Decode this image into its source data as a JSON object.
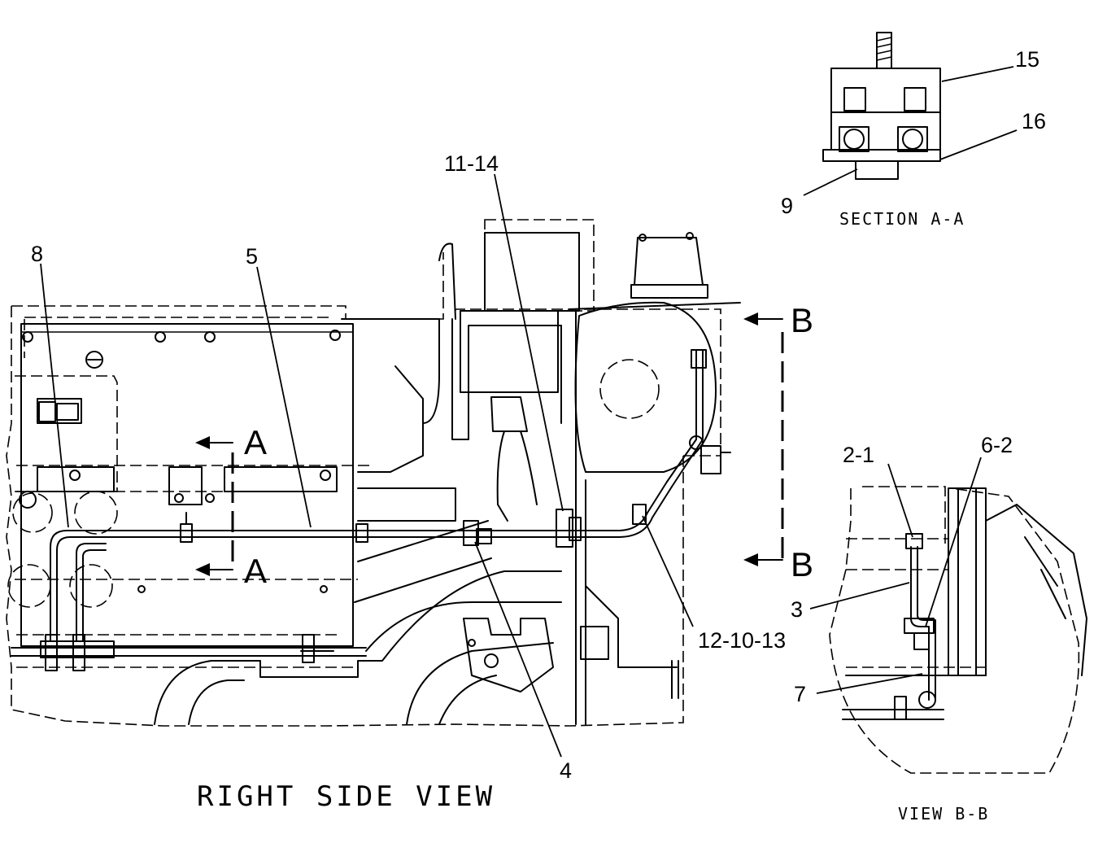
{
  "views": {
    "right_side": "RIGHT  SIDE  VIEW",
    "section_aa": "SECTION  A-A",
    "view_bb": "VIEW  B-B"
  },
  "section_markers": {
    "a_top": "A",
    "a_bottom": "A",
    "b_top": "B",
    "b_bottom": "B"
  },
  "callouts": {
    "c8": "8",
    "c5": "5",
    "c11_14": "11-14",
    "c4": "4",
    "c12_10_13": "12-10-13",
    "c15": "15",
    "c16": "16",
    "c9": "9",
    "c2_1": "2-1",
    "c6_2": "6-2",
    "c3": "3",
    "c7": "7"
  }
}
